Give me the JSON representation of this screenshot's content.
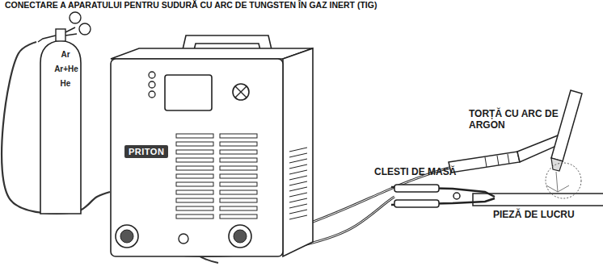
{
  "diagram": {
    "title": "CONECTARE A APARATULUI PENTRU SUDURĂ CU ARC DE TUNGSTEN ÎN GAZ INERT (TIG)",
    "nodes": [
      {
        "text": [
          "Ar",
          "Ar+He",
          "He"
        ]
      },
      {
        "text": [
          "PRITON"
        ]
      }
    ],
    "edges": [
      {
        "from": 0,
        "to": 1,
        "arrow": "none"
      }
    ],
    "labels": [
      "TORȚĂ CU ARC DE ARGON",
      "CLESTI DE MASĂ",
      "PIEZĂ DE LUCRU"
    ]
  }
}
